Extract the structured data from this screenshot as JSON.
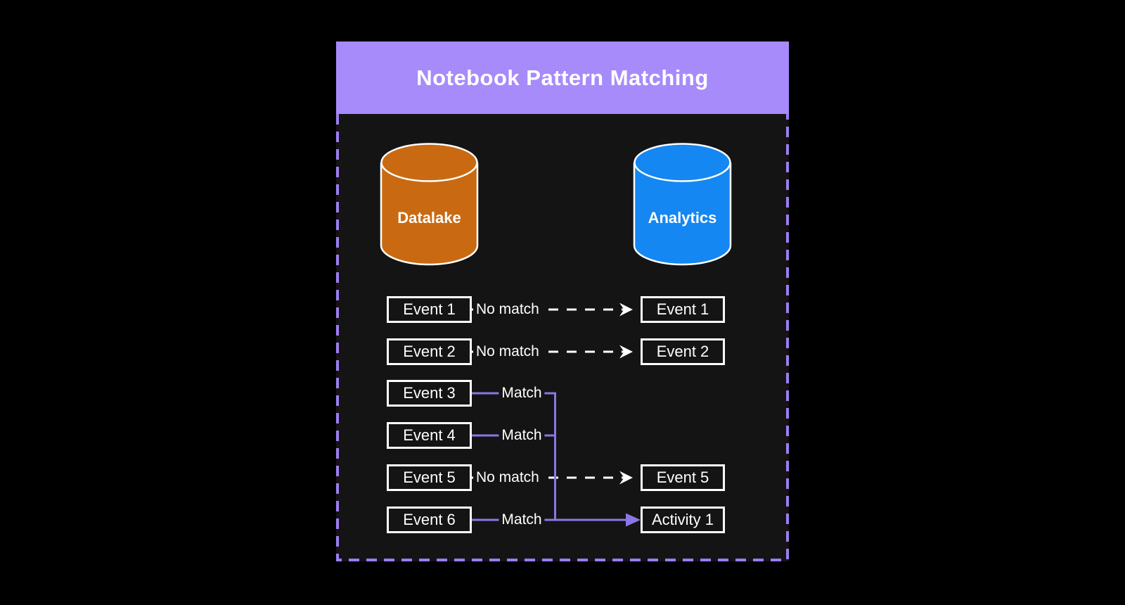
{
  "title": "Notebook Pattern Matching",
  "databases": {
    "left": {
      "label": "Datalake"
    },
    "right": {
      "label": "Analytics"
    }
  },
  "rows": [
    {
      "source": "Event 1",
      "relation": "No match",
      "target": "Event 1"
    },
    {
      "source": "Event 2",
      "relation": "No match",
      "target": "Event 2"
    },
    {
      "source": "Event 3",
      "relation": "Match"
    },
    {
      "source": "Event 4",
      "relation": "Match"
    },
    {
      "source": "Event 5",
      "relation": "No match",
      "target": "Event 5"
    },
    {
      "source": "Event 6",
      "relation": "Match",
      "target": "Activity 1"
    }
  ],
  "colors": {
    "page_bg": "#000000",
    "header_bg": "#a78bfa",
    "panel_bg": "#141414",
    "border_purple": "#9b7df1",
    "title_text": "#ffffff",
    "box_border": "#ffffff",
    "box_text": "#ffffff",
    "datalake_fill": "#c96a12",
    "analytics_fill": "#1487f2",
    "match_line": "#8c76e4",
    "no_match_line": "#ffffff"
  }
}
